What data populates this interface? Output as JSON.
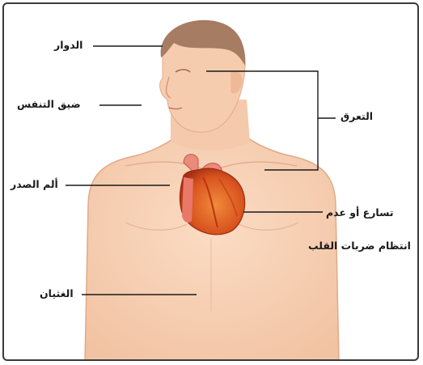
{
  "diagram": {
    "labels": {
      "dizziness": "الدوار",
      "shortness_of_breath": "ضيق التنفس",
      "chest_pain": "ألم الصدر",
      "nausea": "الغثيان",
      "sweating": "التعرق",
      "arrhythmia_line1": "تسارع أو عدم",
      "arrhythmia_line2": "انتظام ضربات القلب"
    },
    "colors": {
      "skin": "#f6cdb0",
      "skin_shadow": "#e6ad8e",
      "hair": "#a67c62",
      "heart": "#d9541f",
      "heart_dark": "#b23616",
      "aorta": "#ec8a7c",
      "line": "#1a1a1a"
    },
    "icons": [
      "human-torso-illustration",
      "heart-illustration"
    ]
  }
}
